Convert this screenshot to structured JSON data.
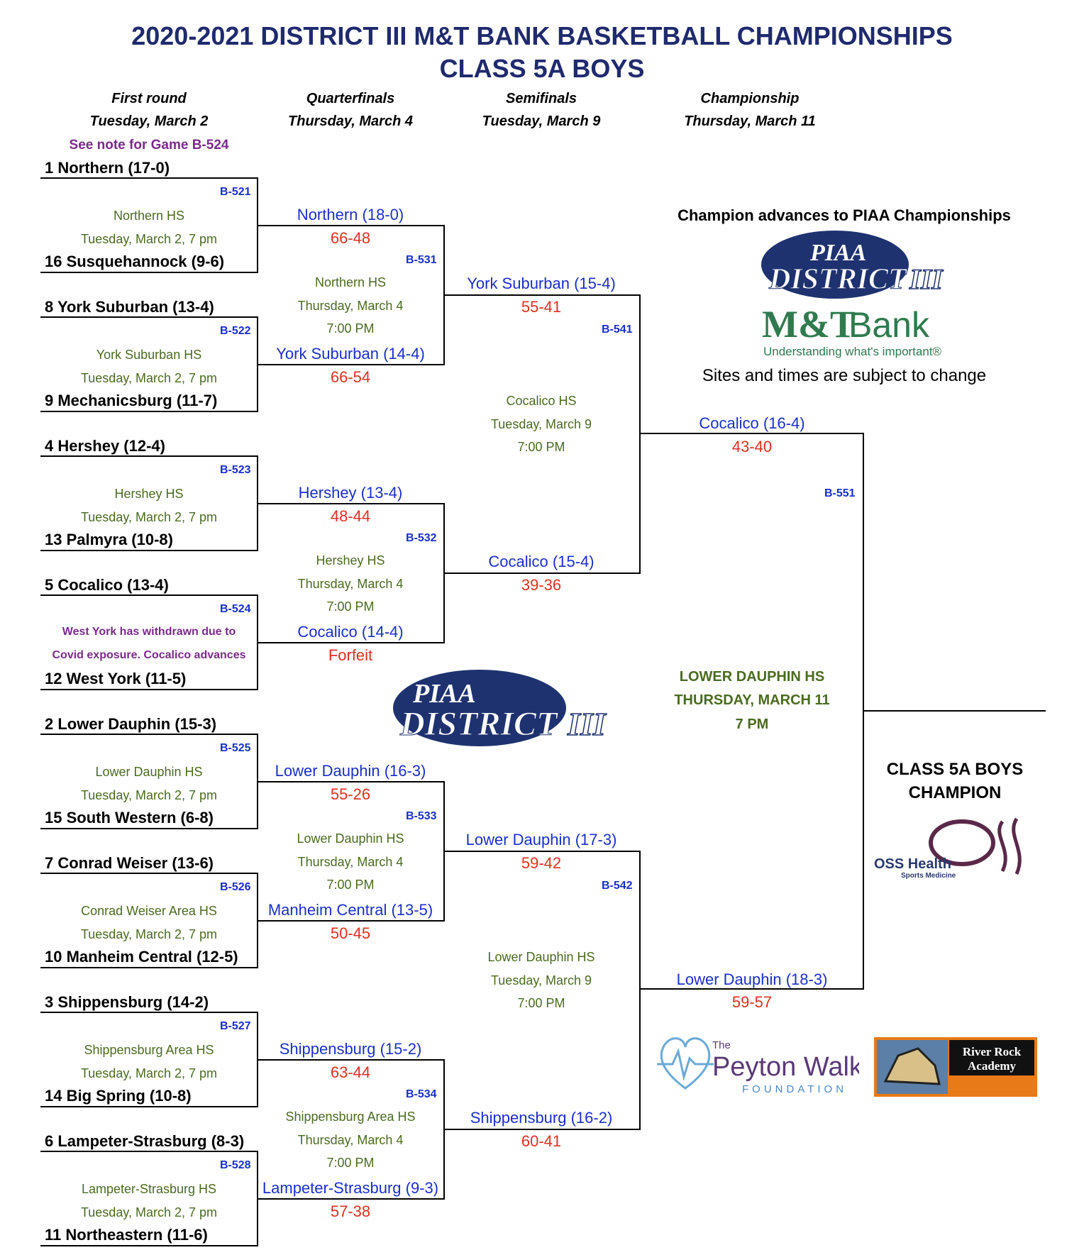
{
  "title": {
    "line1": "2020-2021 DISTRICT III M&T BANK BASKETBALL CHAMPIONSHIPS",
    "line2": "CLASS 5A BOYS"
  },
  "rounds": [
    {
      "name": "First round",
      "date": "Tuesday, March 2"
    },
    {
      "name": "Quarterfinals",
      "date": "Thursday, March 4"
    },
    {
      "name": "Semifinals",
      "date": "Tuesday, March 9"
    },
    {
      "name": "Championship",
      "date": "Thursday, March 11"
    }
  ],
  "note_header": "See note for Game B-524",
  "first_round": [
    {
      "top": "1 Northern (17-0)",
      "bottom": "16 Susquehannock (9-6)",
      "game": "B-521",
      "site": "Northern HS",
      "time": "Tuesday, March 2, 7 pm"
    },
    {
      "top": "8 York Suburban (13-4)",
      "bottom": "9 Mechanicsburg (11-7)",
      "game": "B-522",
      "site": "York Suburban HS",
      "time": "Tuesday, March 2, 7 pm"
    },
    {
      "top": "4 Hershey (12-4)",
      "bottom": "13 Palmyra (10-8)",
      "game": "B-523",
      "site": "Hershey HS",
      "time": "Tuesday, March 2, 7 pm"
    },
    {
      "top": "5  Cocalico (13-4)",
      "bottom": "12 West York (11-5)",
      "game": "B-524",
      "site": "West York has withdrawn due to",
      "time": "Covid exposure. Cocalico advances"
    },
    {
      "top": "2 Lower Dauphin (15-3)",
      "bottom": "15 South Western (6-8)",
      "game": "B-525",
      "site": "Lower Dauphin HS",
      "time": "Tuesday, March 2, 7 pm"
    },
    {
      "top": "7 Conrad Weiser (13-6)",
      "bottom": "10 Manheim Central (12-5)",
      "game": "B-526",
      "site": "Conrad Weiser Area HS",
      "time": "Tuesday, March 2, 7 pm"
    },
    {
      "top": "3 Shippensburg (14-2)",
      "bottom": "14 Big Spring (10-8)",
      "game": "B-527",
      "site": "Shippensburg Area HS",
      "time": "Tuesday, March 2, 7 pm"
    },
    {
      "top": "6 Lampeter-Strasburg (8-3)",
      "bottom": "11 Northeastern (11-6)",
      "game": "B-528",
      "site": "Lampeter-Strasburg HS",
      "time": "Tuesday, March 2, 7 pm"
    }
  ],
  "first_round_results": [
    {
      "winner": "Northern (18-0)",
      "score": "66-48"
    },
    {
      "winner": "York Suburban (14-4)",
      "score": "66-54"
    },
    {
      "winner": "Hershey (13-4)",
      "score": "48-44"
    },
    {
      "winner": "Cocalico (14-4)",
      "score": "Forfeit"
    },
    {
      "winner": "Lower Dauphin (16-3)",
      "score": "55-26"
    },
    {
      "winner": "Manheim Central (13-5)",
      "score": "50-45"
    },
    {
      "winner": "Shippensburg (15-2)",
      "score": "63-44"
    },
    {
      "winner": "Lampeter-Strasburg (9-3)",
      "score": "57-38"
    }
  ],
  "quarterfinals": [
    {
      "game": "B-531",
      "site": "Northern HS",
      "date": "Thursday, March 4",
      "time": "7:00 PM"
    },
    {
      "game": "B-532",
      "site": "Hershey HS",
      "date": "Thursday, March 4",
      "time": "7:00 PM"
    },
    {
      "game": "B-533",
      "site": "Lower Dauphin HS",
      "date": "Thursday, March 4",
      "time": "7:00 PM"
    },
    {
      "game": "B-534",
      "site": "Shippensburg Area HS",
      "date": "Thursday, March 4",
      "time": "7:00 PM"
    }
  ],
  "quarterfinal_results": [
    {
      "winner": "York Suburban (15-4)",
      "score": "55-41"
    },
    {
      "winner": "Cocalico (15-4)",
      "score": "39-36"
    },
    {
      "winner": "Lower Dauphin (17-3)",
      "score": "59-42"
    },
    {
      "winner": "Shippensburg (16-2)",
      "score": "60-41"
    }
  ],
  "semifinals": [
    {
      "game": "B-541",
      "site": "Cocalico HS",
      "date": "Tuesday, March 9",
      "time": "7:00 PM"
    },
    {
      "game": "B-542",
      "site": "Lower Dauphin HS",
      "date": "Tuesday, March 9",
      "time": "7:00 PM"
    }
  ],
  "semifinal_results": [
    {
      "winner": "Cocalico (16-4)",
      "score": "43-40"
    },
    {
      "winner": "Lower Dauphin (18-3)",
      "score": "59-57"
    }
  ],
  "championship": {
    "game": "B-551",
    "site": "LOWER DAUPHIN HS",
    "date": "THURSDAY, MARCH 11",
    "time": "7 PM",
    "champion_label_1": "CLASS 5A BOYS",
    "champion_label_2": "CHAMPION"
  },
  "info": {
    "advance": "Champion advances to PIAA Championships",
    "change": "Sites and times are subject to change"
  },
  "logos": {
    "piaa_top": "PIAA",
    "piaa_bottom": "DISTRICT",
    "piaa_roman": "III",
    "mt_main": "M&T",
    "mt_bank": "Bank",
    "mt_tagline": "Understanding what's important®",
    "oss_name": "OSS Health",
    "oss_sub": "Sports Medicine",
    "peyton_the": "The",
    "peyton_name": "Peyton Walker",
    "peyton_found": "FOUNDATION",
    "river1": "River Rock",
    "river2": "Academy"
  },
  "colors": {
    "title": "#1f2a6e",
    "winner": "#1a2fcc",
    "score": "#e03020",
    "site": "#4a6b20",
    "note": "#7b2a8c"
  }
}
